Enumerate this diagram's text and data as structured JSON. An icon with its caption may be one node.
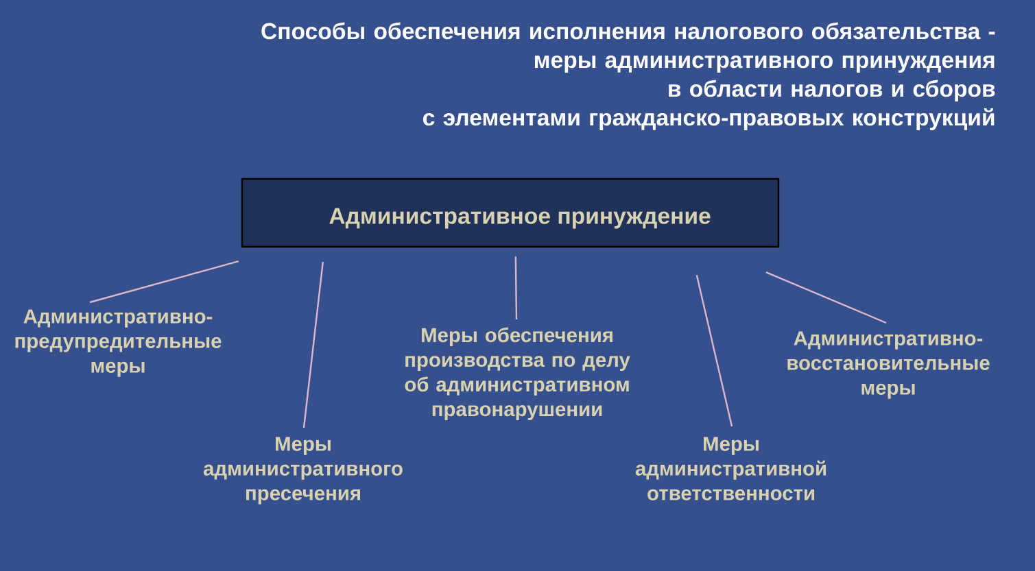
{
  "diagram": {
    "title": "Способы обеспечения исполнения налогового обязательства - меры административного принуждения в области налогов и сборов с элементами гражданско-правовых конструкций",
    "nodes": [
      {
        "text": [
          "Административное принуждение"
        ]
      },
      {
        "text": [
          "Административно-предупредительные меры"
        ]
      },
      {
        "text": [
          "Меры административного пресечения"
        ]
      },
      {
        "text": [
          "Меры обеспечения производства по делу об административном правонарушении"
        ]
      },
      {
        "text": [
          "Меры административной ответственности"
        ]
      },
      {
        "text": [
          "Административно-восстановительные меры"
        ]
      }
    ],
    "edges": [
      {
        "from": 0,
        "to": 1,
        "arrow": "none"
      },
      {
        "from": 0,
        "to": 2,
        "arrow": "none"
      },
      {
        "from": 0,
        "to": 3,
        "arrow": "none"
      },
      {
        "from": 0,
        "to": 4,
        "arrow": "none"
      },
      {
        "from": 0,
        "to": 5,
        "arrow": "none"
      }
    ]
  }
}
